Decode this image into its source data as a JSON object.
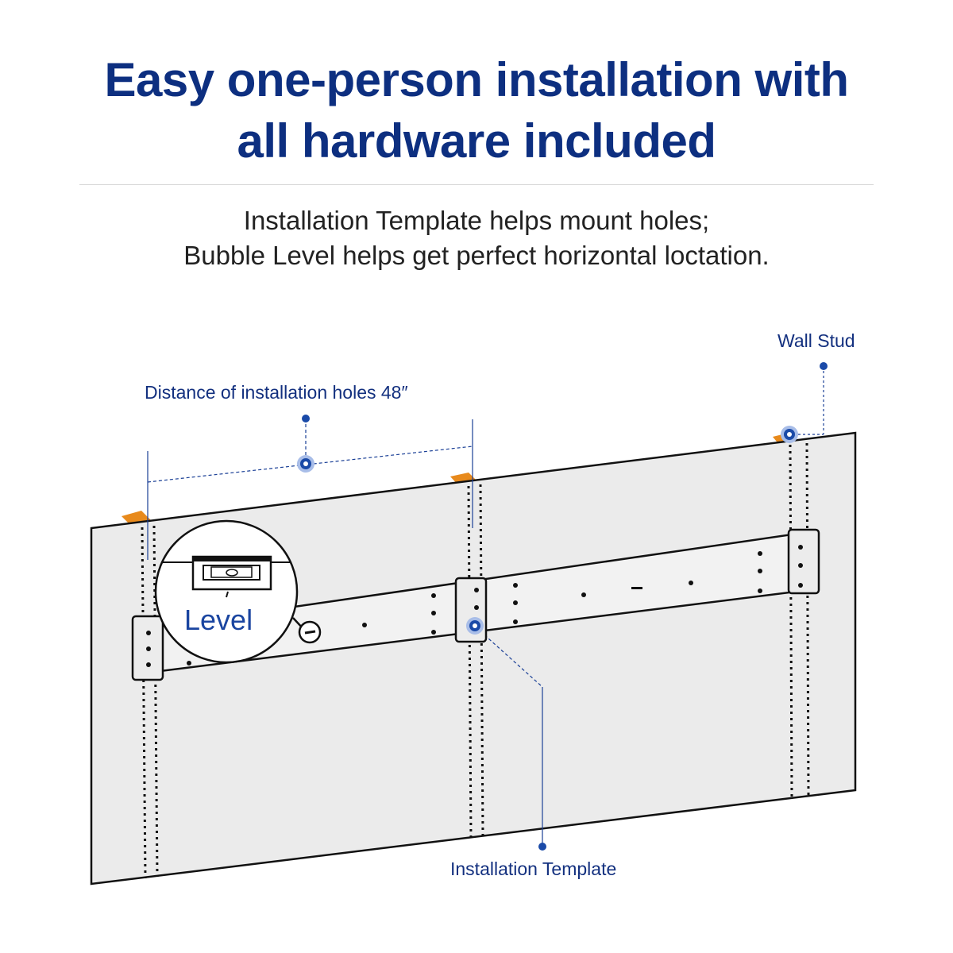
{
  "header": {
    "title_line1": "Easy one-person installation with",
    "title_line2": "all hardware included",
    "subtitle_line1": "Installation Template helps mount holes;",
    "subtitle_line2": "Bubble Level helps get perfect horizontal loctation."
  },
  "diagram": {
    "labels": {
      "distance": "Distance of installation holes 48″",
      "wall_stud": "Wall Stud",
      "level": "Level",
      "installation_template": "Installation Template"
    },
    "colors": {
      "title": "#0d2f80",
      "accent": "#1a4aa8",
      "stud": "#e88a1c",
      "wall": "#ebebeb"
    }
  }
}
